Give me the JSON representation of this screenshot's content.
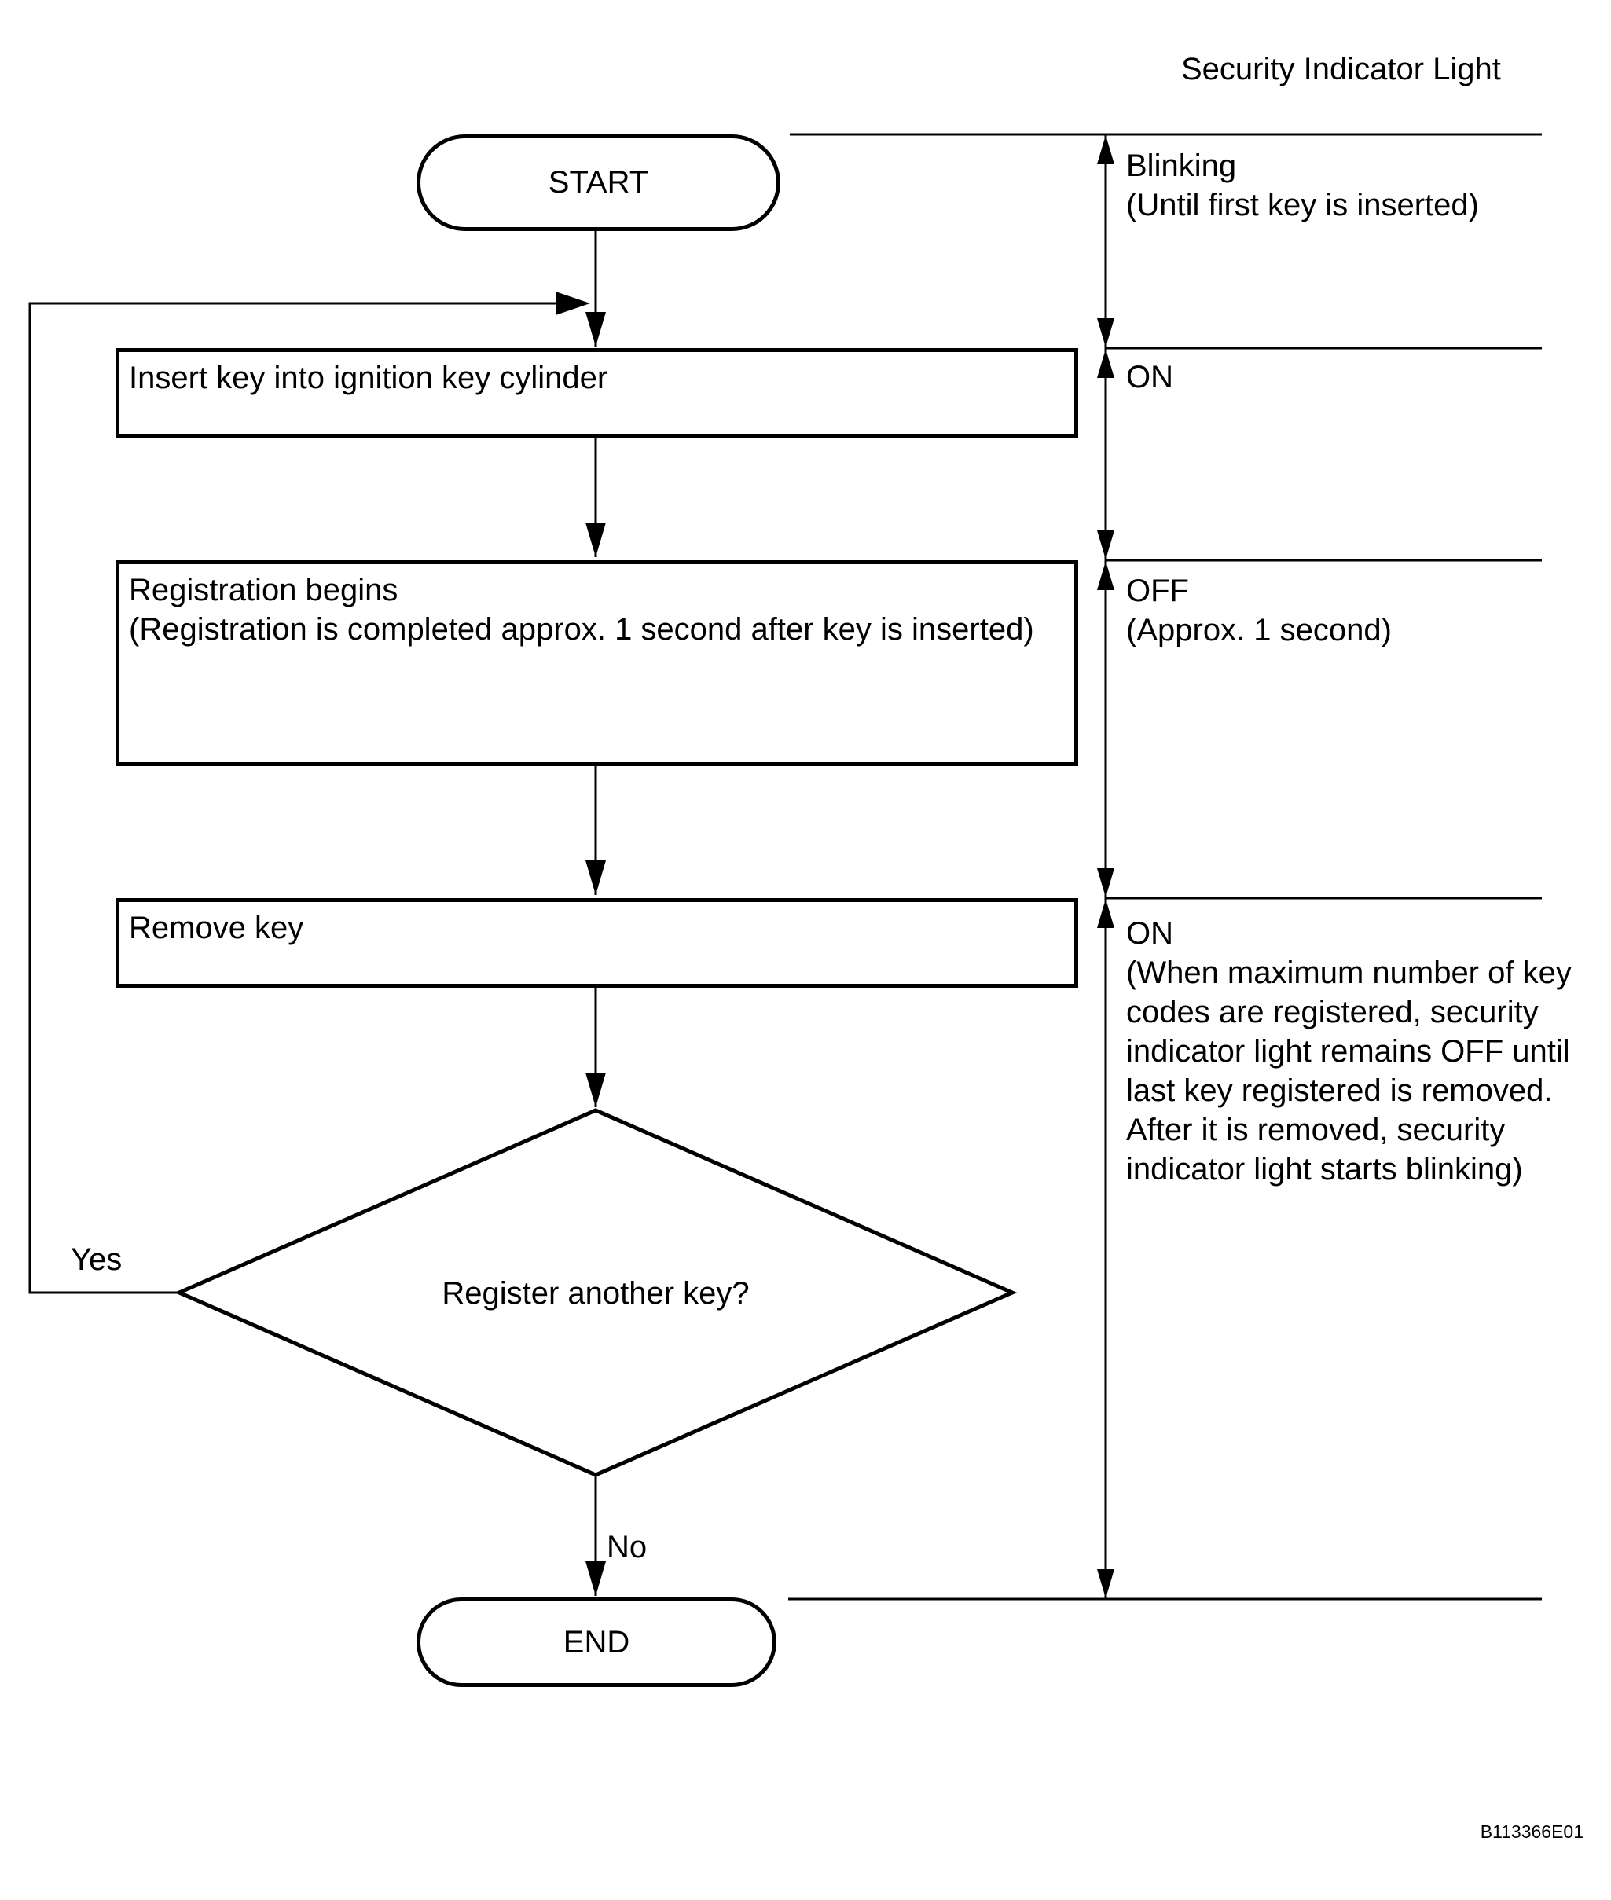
{
  "header": {
    "title": "Security Indicator Light"
  },
  "flowchart": {
    "start_label": "START",
    "end_label": "END",
    "steps": [
      {
        "label": "Insert key into ignition key cylinder"
      },
      {
        "label": "Registration begins",
        "sublabel": "(Registration is completed approx. 1 second after key is inserted)"
      },
      {
        "label": "Remove key"
      }
    ],
    "decision": {
      "label": "Register another key?",
      "yes_label": "Yes",
      "no_label": "No"
    }
  },
  "indicator_timeline": {
    "segments": [
      {
        "state": "Blinking",
        "note": "(Until first key is inserted)"
      },
      {
        "state": "ON"
      },
      {
        "state": "OFF",
        "note": "(Approx. 1 second)"
      },
      {
        "state": "ON",
        "note": "(When maximum number of key codes are registered, security indicator light remains OFF until last key registered is removed. After it is removed, security indicator light starts blinking)"
      }
    ]
  },
  "footer": {
    "figure_id": "B113366E01"
  },
  "colors": {
    "line": "#000000",
    "background": "#ffffff",
    "text": "#000000"
  }
}
